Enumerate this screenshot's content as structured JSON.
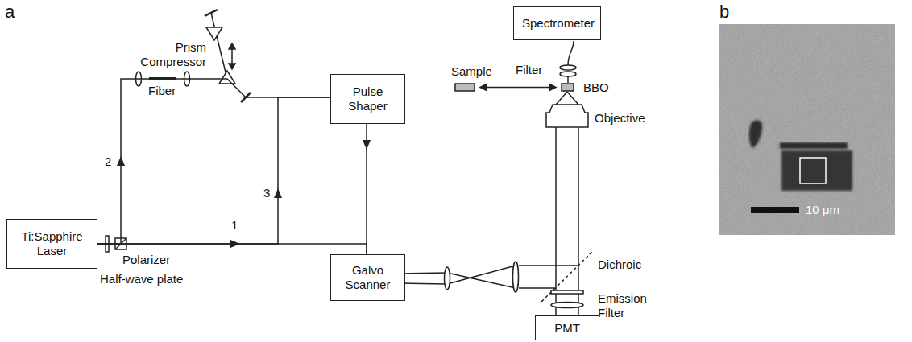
{
  "diagram": {
    "nodes": [
      {
        "text": [
          "Spectrometer"
        ]
      },
      {
        "text": [
          "Pulse Shaper"
        ]
      },
      {
        "text": [
          "Ti:Sapphire Laser"
        ]
      },
      {
        "text": [
          "Galvo Scanner"
        ]
      },
      {
        "text": [
          "PMT"
        ]
      }
    ],
    "edges": [
      {
        "from": 2,
        "to": 3,
        "arrow": "to"
      },
      {
        "from": 2,
        "to": 1,
        "arrow": "to"
      },
      {
        "from": 2,
        "to": 1,
        "arrow": "to"
      },
      {
        "from": 1,
        "to": 3,
        "arrow": "to"
      }
    ],
    "labels": [
      "a",
      "Prism Compressor",
      "b",
      "Fiber",
      "2",
      "3",
      "1",
      "Polarizer",
      "Half-wave plate",
      "Sample",
      "Filter",
      "BBO",
      "Objective",
      "Dichroic",
      "Emission Filter",
      "10 μm"
    ]
  }
}
